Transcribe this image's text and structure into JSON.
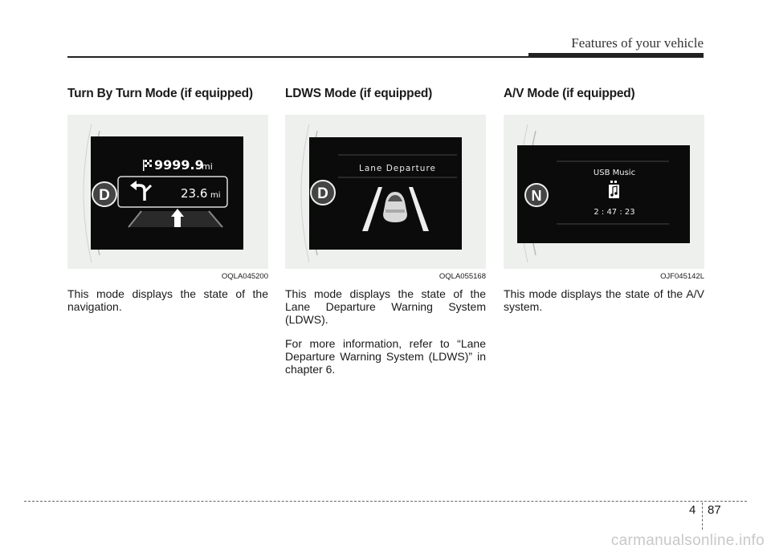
{
  "header": {
    "title": "Features of your vehicle"
  },
  "sections": [
    {
      "heading": "Turn By Turn Mode (if equipped)",
      "figure": {
        "code": "OQLA045200",
        "gear": "D",
        "distance_value": "9999.9",
        "distance_unit": "mi",
        "turn_value": "23.6",
        "turn_unit": "mi"
      },
      "paragraphs": [
        "This mode displays the state of the navigation."
      ]
    },
    {
      "heading": "LDWS Mode (if equipped)",
      "figure": {
        "code": "OQLA055168",
        "gear": "D",
        "screen_title": "Lane Departure"
      },
      "paragraphs": [
        "This mode displays the state of the Lane Departure Warning System (LDWS).",
        "For more information, refer to “Lane Departure Warning System (LDWS)” in chapter 6."
      ]
    },
    {
      "heading": "A/V Mode (if equipped)",
      "figure": {
        "code": "OJF045142L",
        "gear": "N",
        "screen_title": "USB Music",
        "time": "2 : 47 : 23"
      },
      "paragraphs": [
        "This mode displays the state of the A/V system."
      ]
    }
  ],
  "footer": {
    "chapter": "4",
    "page": "87",
    "watermark": "carmanualsonline.info"
  }
}
